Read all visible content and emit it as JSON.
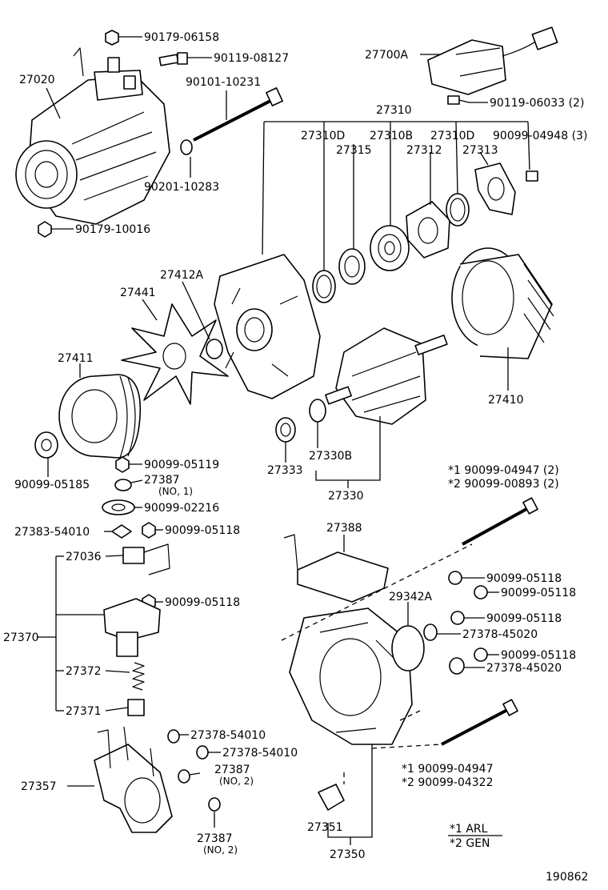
{
  "diagram_id": "190862",
  "parts": {
    "p_90179_06158": "90179-06158",
    "p_90119_08127": "90119-08127",
    "p_27020": "27020",
    "p_90101_10231": "90101-10231",
    "p_90201_10283": "90201-10283",
    "p_90179_10016": "90179-10016",
    "p_27700A": "27700A",
    "p_90119_06033": "90119-06033 (2)",
    "p_27310": "27310",
    "p_27310D_a": "27310D",
    "p_27310B": "27310B",
    "p_27310D_b": "27310D",
    "p_90099_04948": "90099-04948 (3)",
    "p_27315": "27315",
    "p_27312": "27312",
    "p_27313": "27313",
    "p_27412A": "27412A",
    "p_27441": "27441",
    "p_27411": "27411",
    "p_27410": "27410",
    "p_90099_05185": "90099-05185",
    "p_27333": "27333",
    "p_27330B": "27330B",
    "p_27330": "27330",
    "p_90099_05119": "90099-05119",
    "p_27387_1": "27387",
    "p_27387_1_note": "(NO, 1)",
    "p_90099_02216": "90099-02216",
    "p_27383_54010": "27383-54010",
    "p_90099_05118_a": "90099-05118",
    "p_27036": "27036",
    "p_90099_05118_b": "90099-05118",
    "p_27370": "27370",
    "p_27372": "27372",
    "p_27371": "27371",
    "p_27357": "27357",
    "p_27378_54010_a": "27378-54010",
    "p_27378_54010_b": "27378-54010",
    "p_27387_2a": "27387",
    "p_27387_2a_note": "(NO, 2)",
    "p_27387_2b": "27387",
    "p_27387_2b_note": "(NO, 2)",
    "p_star1_top": "*1  90099-04947 (2)",
    "p_star2_top": "*2  90099-00893 (2)",
    "p_27388": "27388",
    "p_29342A": "29342A",
    "p_90099_05118_c": "90099-05118",
    "p_90099_05118_d": "90099-05118",
    "p_90099_05118_e": "90099-05118",
    "p_27378_45020_a": "27378-45020",
    "p_90099_05118_f": "90099-05118",
    "p_27378_45020_b": "27378-45020",
    "p_star1_bot": "*1  90099-04947",
    "p_star2_bot": "*2  90099-04322",
    "p_27351": "27351",
    "p_27350": "27350"
  },
  "legend": {
    "line1": "*1  ARL",
    "line2": "*2  GEN"
  }
}
